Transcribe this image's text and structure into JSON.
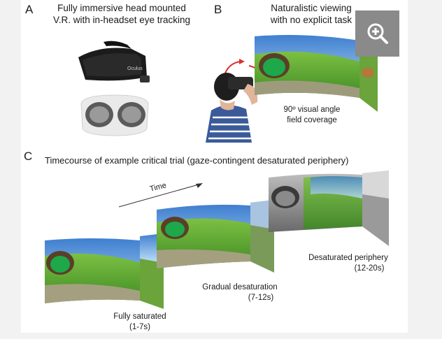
{
  "panel_a": {
    "letter": "A",
    "caption_line1": "Fully immersive head mounted",
    "caption_line2": "V.R. with in-headset eye tracking",
    "headset_brand": "Oculus"
  },
  "panel_b": {
    "letter": "B",
    "caption_line1": "Naturalistic viewing",
    "caption_line2": "with no explicit task",
    "coverage_line1": "90º visual angle",
    "coverage_line2": "field coverage"
  },
  "panel_c": {
    "letter": "C",
    "title": "Timecourse of example critical trial (gaze-contingent desaturated periphery)",
    "time_label": "Time",
    "stages": [
      {
        "name": "Fully saturated",
        "range": "(1-7s)"
      },
      {
        "name": "Gradual desaturation",
        "range": "(7-12s)"
      },
      {
        "name": "Desaturated periphery",
        "range": "(12-20s)"
      }
    ]
  },
  "zoom_button": {
    "icon": "zoom-in-icon"
  },
  "colors": {
    "accent_red": "#d9322b",
    "zoom_bg": "#8a8a8a"
  }
}
